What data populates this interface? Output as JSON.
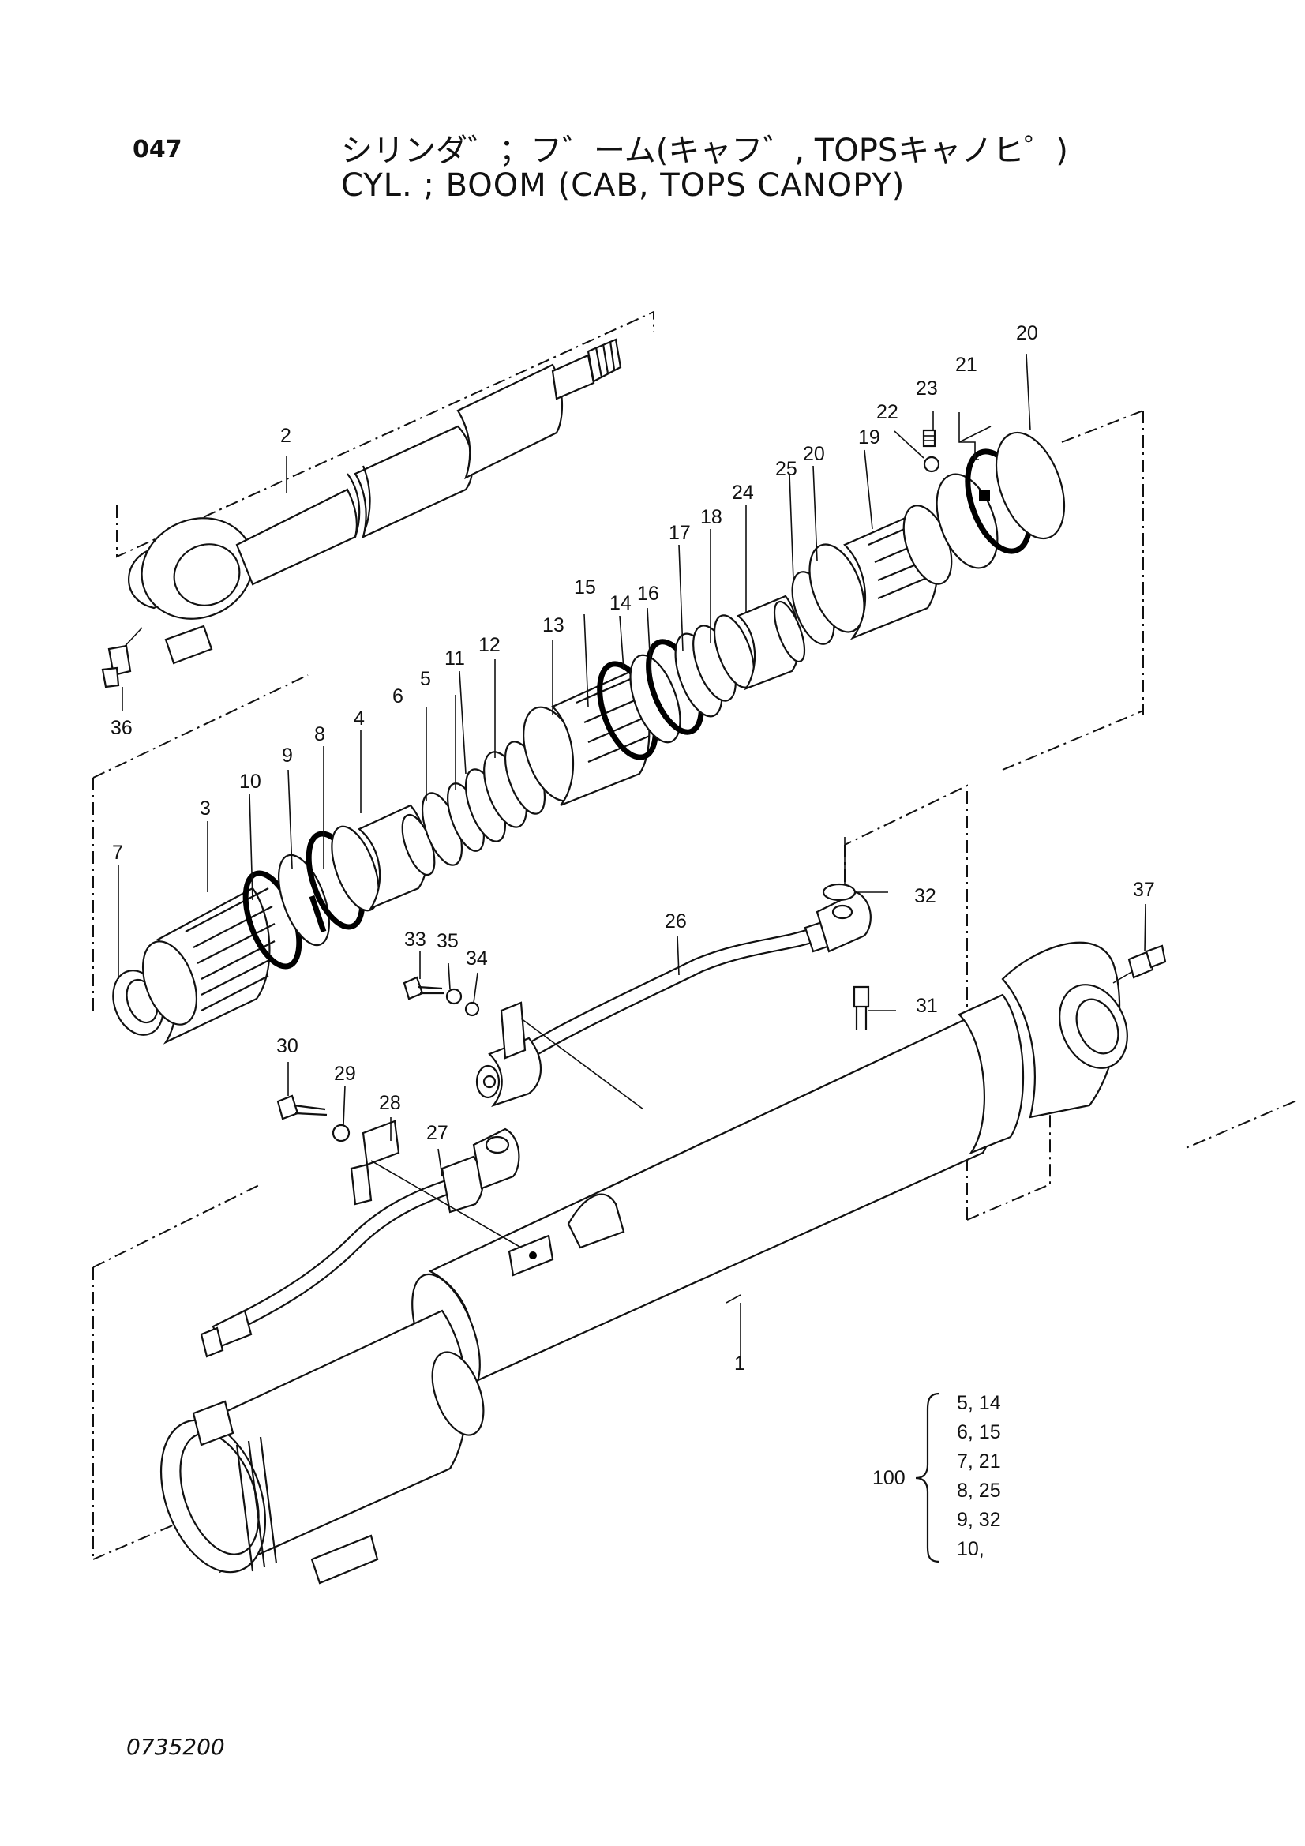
{
  "header": {
    "page_number": "047",
    "title_jp": "シリンダ゛；フ゛ーム(キャフ゛, TOPSキャノヒ゜)",
    "title_en": "CYL. ; BOOM (CAB, TOPS CANOPY)"
  },
  "footer": {
    "drawing_number": "0735200"
  },
  "callouts": [
    {
      "id": "c1",
      "label": "1"
    },
    {
      "id": "c2",
      "label": "2"
    },
    {
      "id": "c3",
      "label": "3"
    },
    {
      "id": "c4",
      "label": "4"
    },
    {
      "id": "c5",
      "label": "5"
    },
    {
      "id": "c6",
      "label": "6"
    },
    {
      "id": "c7",
      "label": "7"
    },
    {
      "id": "c8",
      "label": "8"
    },
    {
      "id": "c9",
      "label": "9"
    },
    {
      "id": "c10",
      "label": "10"
    },
    {
      "id": "c11",
      "label": "11"
    },
    {
      "id": "c12",
      "label": "12"
    },
    {
      "id": "c13",
      "label": "13"
    },
    {
      "id": "c14",
      "label": "14"
    },
    {
      "id": "c15",
      "label": "15"
    },
    {
      "id": "c16",
      "label": "16"
    },
    {
      "id": "c17",
      "label": "17"
    },
    {
      "id": "c18",
      "label": "18"
    },
    {
      "id": "c19",
      "label": "19"
    },
    {
      "id": "c20a",
      "label": "20"
    },
    {
      "id": "c20b",
      "label": "20"
    },
    {
      "id": "c21",
      "label": "21"
    },
    {
      "id": "c22",
      "label": "22"
    },
    {
      "id": "c23",
      "label": "23"
    },
    {
      "id": "c24",
      "label": "24"
    },
    {
      "id": "c25",
      "label": "25"
    },
    {
      "id": "c26",
      "label": "26"
    },
    {
      "id": "c27",
      "label": "27"
    },
    {
      "id": "c28",
      "label": "28"
    },
    {
      "id": "c29",
      "label": "29"
    },
    {
      "id": "c30",
      "label": "30"
    },
    {
      "id": "c31",
      "label": "31"
    },
    {
      "id": "c32",
      "label": "32"
    },
    {
      "id": "c33",
      "label": "33"
    },
    {
      "id": "c34",
      "label": "34"
    },
    {
      "id": "c35",
      "label": "35"
    },
    {
      "id": "c36",
      "label": "36"
    },
    {
      "id": "c37",
      "label": "37"
    }
  ],
  "seal_kit": {
    "label": "100",
    "items": [
      "5, 14",
      "6, 15",
      "7, 21",
      "8, 25",
      "9, 32",
      "10,"
    ]
  }
}
